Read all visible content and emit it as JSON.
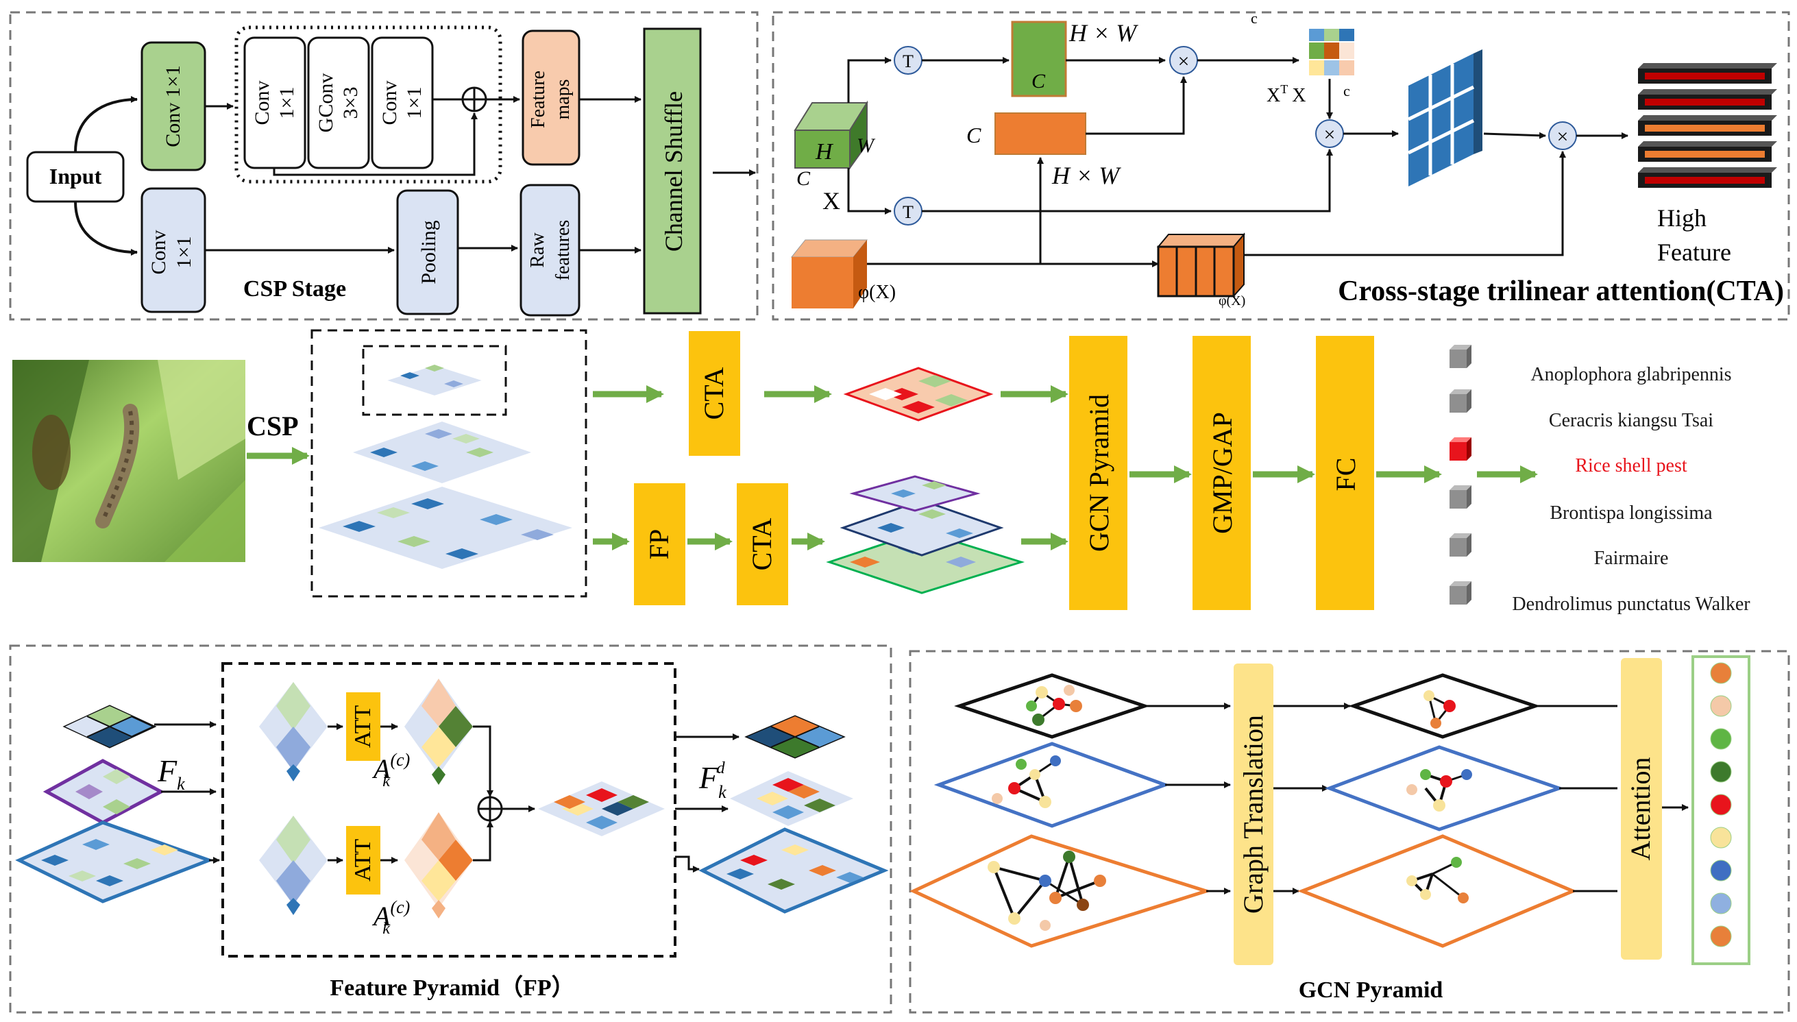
{
  "csp_stage": {
    "title": "CSP Stage",
    "input": "Input",
    "conv_top": "Conv 1×1",
    "conv_a": [
      "Conv",
      "1×1"
    ],
    "gconv": [
      "GConv",
      "3×3"
    ],
    "conv_b": [
      "Conv",
      "1×1"
    ],
    "feature_maps": [
      "Feature",
      "maps"
    ],
    "conv_bottom": [
      "Conv",
      "1×1"
    ],
    "pooling": "Pooling",
    "raw_features": [
      "Raw",
      "features"
    ],
    "channel_shuffle": "Channel Shuffle"
  },
  "cta": {
    "title": "Cross-stage trilinear attention(CTA)",
    "H": "H",
    "W": "W",
    "C": "C",
    "X": "X",
    "hw": "H × W",
    "t_symbol": "T",
    "times": "×",
    "c_sup": "c",
    "xtx": "X",
    "xtx_sup": "T",
    "xtx_tail": "X",
    "phi": "φ(X)",
    "output": [
      "High",
      "Feature"
    ]
  },
  "main": {
    "csp": "CSP",
    "cta": "CTA",
    "fp": "FP",
    "gcn_pyramid": "GCN Pyramid",
    "gmp_gap": "GMP/GAP",
    "fc": "FC",
    "classes": [
      {
        "name": "Anoplophora glabripennis",
        "color": "#1a1a1a"
      },
      {
        "name": "Ceracris kiangsu Tsai",
        "color": "#1a1a1a"
      },
      {
        "name": "Rice shell pest",
        "color": "#e8141c"
      },
      {
        "name": "Brontispa longissima",
        "color": "#1a1a1a"
      },
      {
        "name": "Fairmaire",
        "color": "#1a1a1a"
      },
      {
        "name": "Dendrolimus punctatus Walker",
        "color": "#1a1a1a"
      }
    ]
  },
  "fp": {
    "title": "Feature Pyramid（FP）",
    "att": "ATT",
    "F": "F",
    "k": "k",
    "d": "d",
    "A": "A",
    "c_sup": "(c)"
  },
  "gcn": {
    "title": "GCN Pyramid",
    "graph_translation": "Graph Translation",
    "attention": "Attention",
    "node_colors": [
      "#e8803a",
      "#f4c9a8",
      "#5fb544",
      "#3d7a2c",
      "#e8141c",
      "#f8e39a",
      "#3f6fc2",
      "#8fb0e0",
      "#e8803a"
    ]
  },
  "colors": {
    "yellow": "#fcc30e",
    "arrow_green": "#70ad47",
    "conv_green": "#a9d18e",
    "conv_blue": "#dae3f3",
    "feature_orange": "#f8cbad",
    "cube_orange": "#ed7d31",
    "dark_blue": "#2e75b6"
  }
}
